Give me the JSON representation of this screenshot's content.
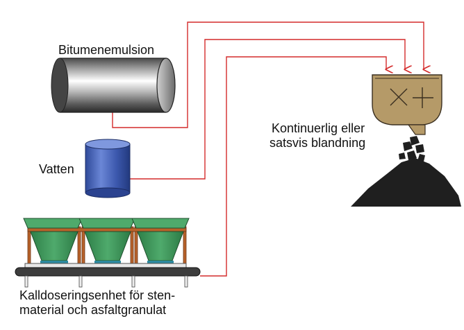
{
  "labels": {
    "emulsion": "Bitumenemulsion",
    "water": "Vatten",
    "mixing_line1": "Kontinuerlig eller",
    "mixing_line2": "satsvis blandning",
    "dosing_line1": "Kalldoseringsenhet för sten-",
    "dosing_line2": "material och asfaltgranulat"
  },
  "colors": {
    "flow_line": "#d42a2a",
    "hopper": "#3f9a5e",
    "hopper_frame": "#b8622a",
    "tank": "#3f5bb0",
    "mixer": "#b59a68",
    "pile": "#1f1f1f"
  }
}
